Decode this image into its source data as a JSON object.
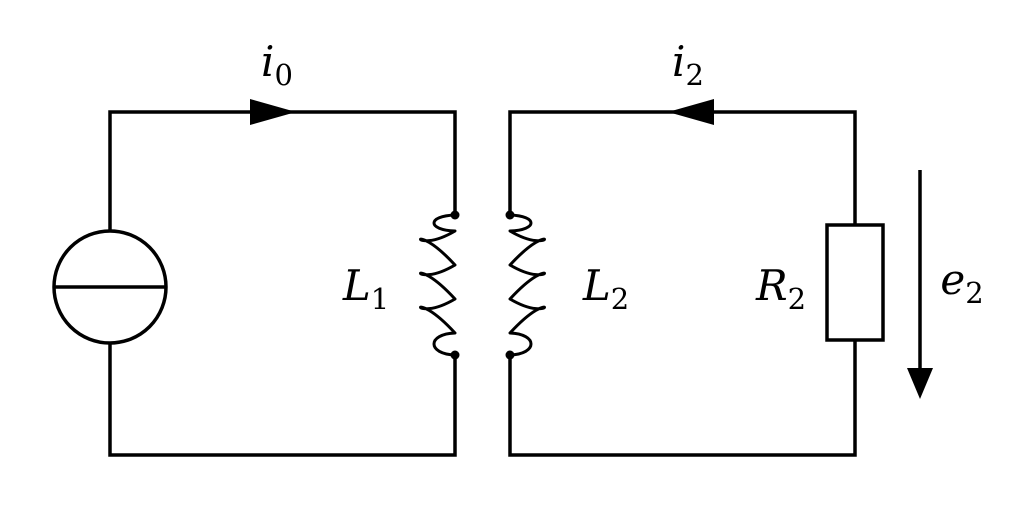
{
  "colors": {
    "stroke": "#000000",
    "background": "#ffffff"
  },
  "labels": {
    "i0": {
      "base": "i",
      "sub": "0"
    },
    "i2": {
      "base": "i",
      "sub": "2"
    },
    "L1": {
      "base": "L",
      "sub": "1"
    },
    "L2": {
      "base": "L",
      "sub": "2"
    },
    "R2": {
      "base": "R",
      "sub": "2"
    },
    "e2": {
      "base": "e",
      "sub": "2"
    }
  },
  "components": {
    "current_source": {
      "type": "current-source",
      "symbol": "circle-with-horizontal-bar",
      "position": "left-branch"
    },
    "inductor_primary": {
      "label": "L1",
      "type": "inductor",
      "position": "right-side-of-left-loop"
    },
    "inductor_secondary": {
      "label": "L2",
      "type": "inductor",
      "position": "left-side-of-right-loop"
    },
    "resistor_load": {
      "label": "R2",
      "type": "resistor",
      "position": "right-branch"
    },
    "current_primary": {
      "label": "i0",
      "direction": "right",
      "position": "top-wire-left-loop"
    },
    "current_secondary": {
      "label": "i2",
      "direction": "left",
      "position": "top-wire-right-loop"
    },
    "output_voltage": {
      "label": "e2",
      "direction": "down",
      "position": "right-of-resistor"
    }
  }
}
